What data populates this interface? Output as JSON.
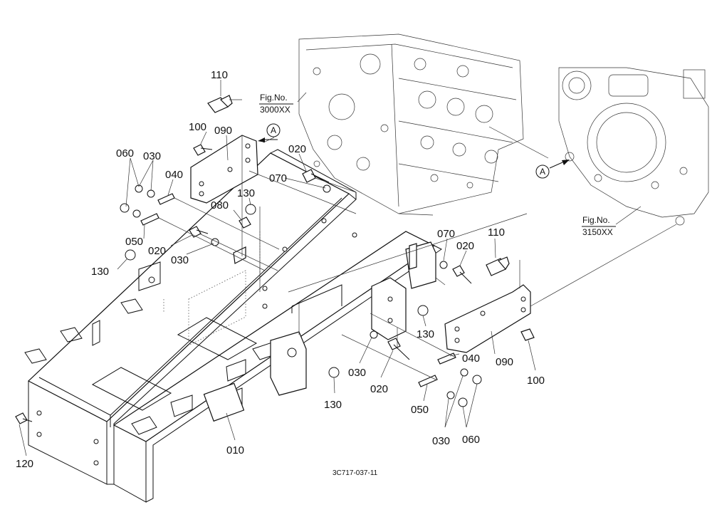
{
  "callouts": {
    "p110_a": "110",
    "p100_a": "100",
    "p090_a": "090",
    "p060_a": "060",
    "p030_a": "030",
    "p040_a": "040",
    "p020_a": "020",
    "p070_a": "070",
    "p130_a": "130",
    "p080_a": "080",
    "p050_a": "050",
    "p020_b": "020",
    "p030_b": "030",
    "p130_b": "130",
    "p070_b": "070",
    "p020_c": "020",
    "p110_b": "110",
    "p130_c": "130",
    "p040_b": "040",
    "p090_b": "090",
    "p030_c": "030",
    "p020_d": "020",
    "p100_b": "100",
    "p130_d": "130",
    "p050_b": "050",
    "p030_d": "030",
    "p060_b": "060",
    "p010": "010",
    "p120": "120"
  },
  "refs": {
    "fig1_line1": "Fig.No.",
    "fig1_line2": "3000XX",
    "fig2_line1": "Fig.No.",
    "fig2_line2": "3150XX",
    "marker_a": "A",
    "marker_b": "A"
  },
  "drawing_code": "3C717-037-11"
}
